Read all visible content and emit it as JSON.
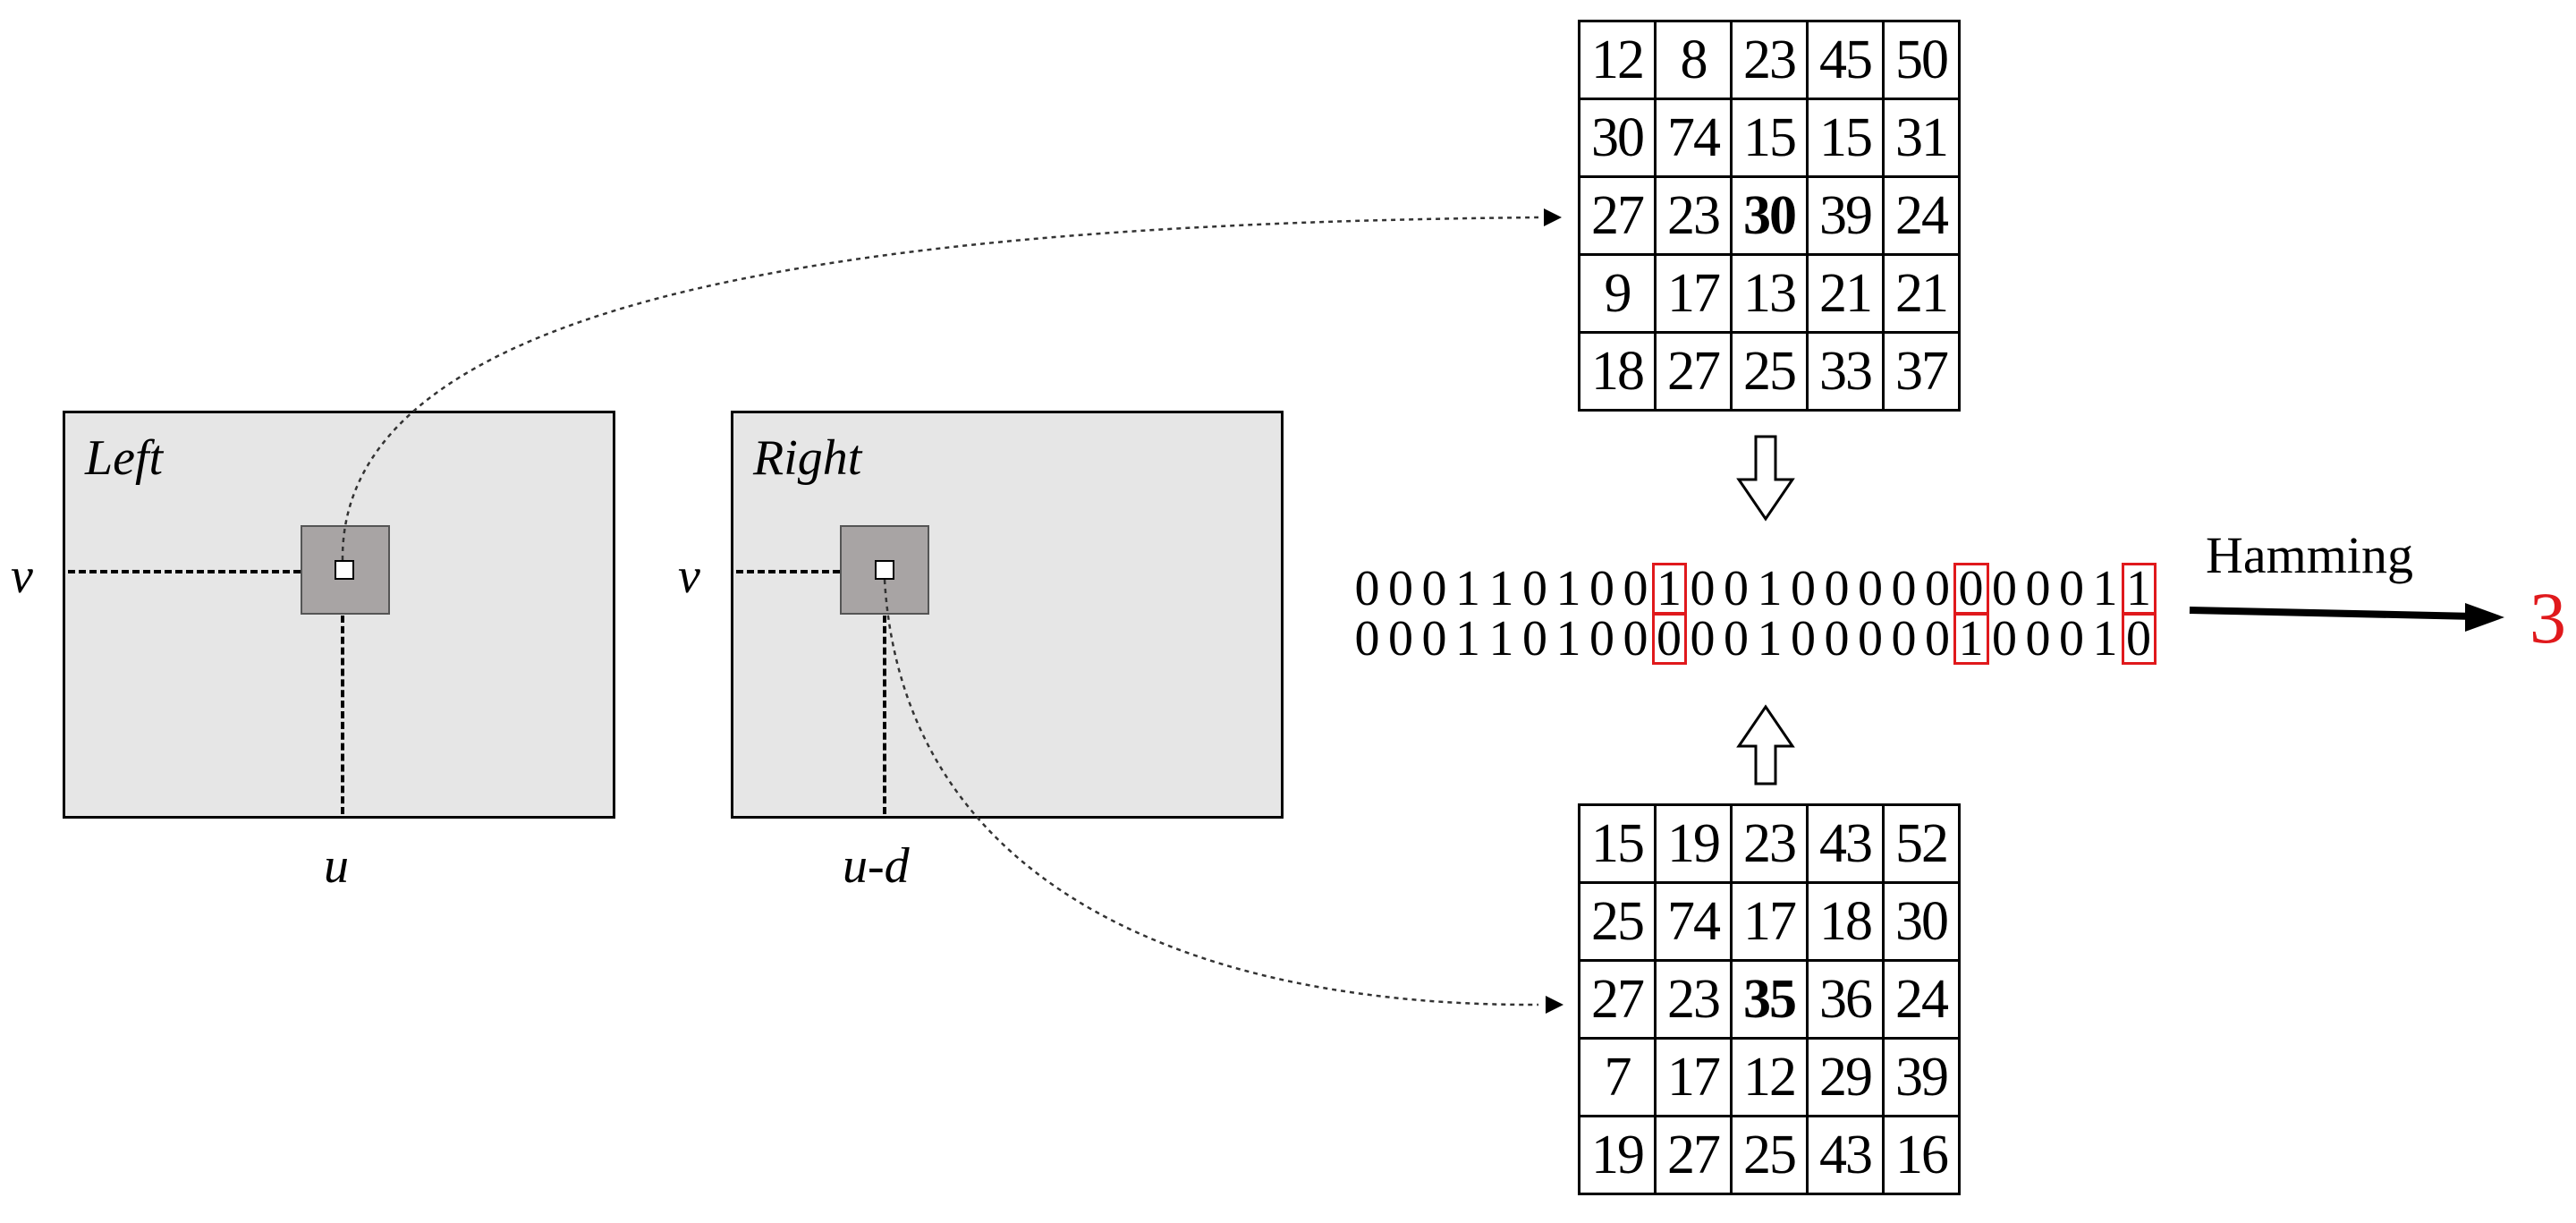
{
  "left_image": {
    "title": "Left",
    "row_label": "v",
    "col_label": "u"
  },
  "right_image": {
    "title": "Right",
    "row_label": "v",
    "col_label": "u-d"
  },
  "left_window": {
    "rows": [
      [
        "12",
        "8",
        "23",
        "45",
        "50"
      ],
      [
        "30",
        "74",
        "15",
        "15",
        "31"
      ],
      [
        "27",
        "23",
        "30",
        "39",
        "24"
      ],
      [
        "9",
        "17",
        "13",
        "21",
        "21"
      ],
      [
        "18",
        "27",
        "25",
        "33",
        "37"
      ]
    ]
  },
  "right_window": {
    "rows": [
      [
        "15",
        "19",
        "23",
        "43",
        "52"
      ],
      [
        "25",
        "74",
        "17",
        "18",
        "30"
      ],
      [
        "27",
        "23",
        "35",
        "36",
        "24"
      ],
      [
        "7",
        "17",
        "12",
        "29",
        "39"
      ],
      [
        "19",
        "27",
        "25",
        "43",
        "16"
      ]
    ]
  },
  "census_left": "000110100100100000000011",
  "census_right": "000110100000100000100010",
  "differing_bit_positions": [
    9,
    18,
    23
  ],
  "hamming": {
    "label": "Hamming",
    "value": "3"
  },
  "colors": {
    "highlight": "#e0191c",
    "image_fill": "#e6e6e6",
    "window_fill": "#a8a4a4"
  }
}
